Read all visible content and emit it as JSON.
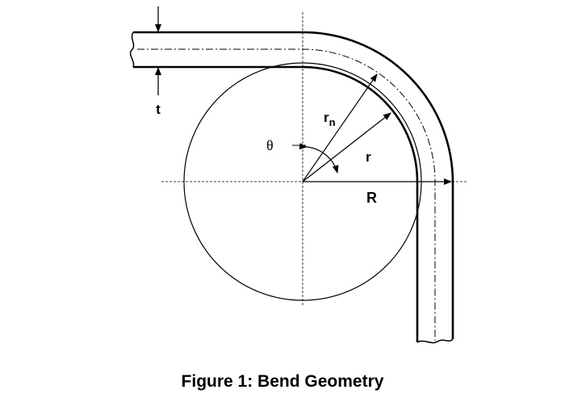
{
  "diagram": {
    "labels": {
      "thickness": "t",
      "neutral_radius": "r",
      "neutral_radius_subscript": "n",
      "inner_radius": "r",
      "angle": "θ",
      "bend_radius": "R"
    }
  },
  "caption": "Figure 1: Bend Geometry",
  "colors": {
    "stroke": "#000000",
    "background": "#ffffff"
  }
}
